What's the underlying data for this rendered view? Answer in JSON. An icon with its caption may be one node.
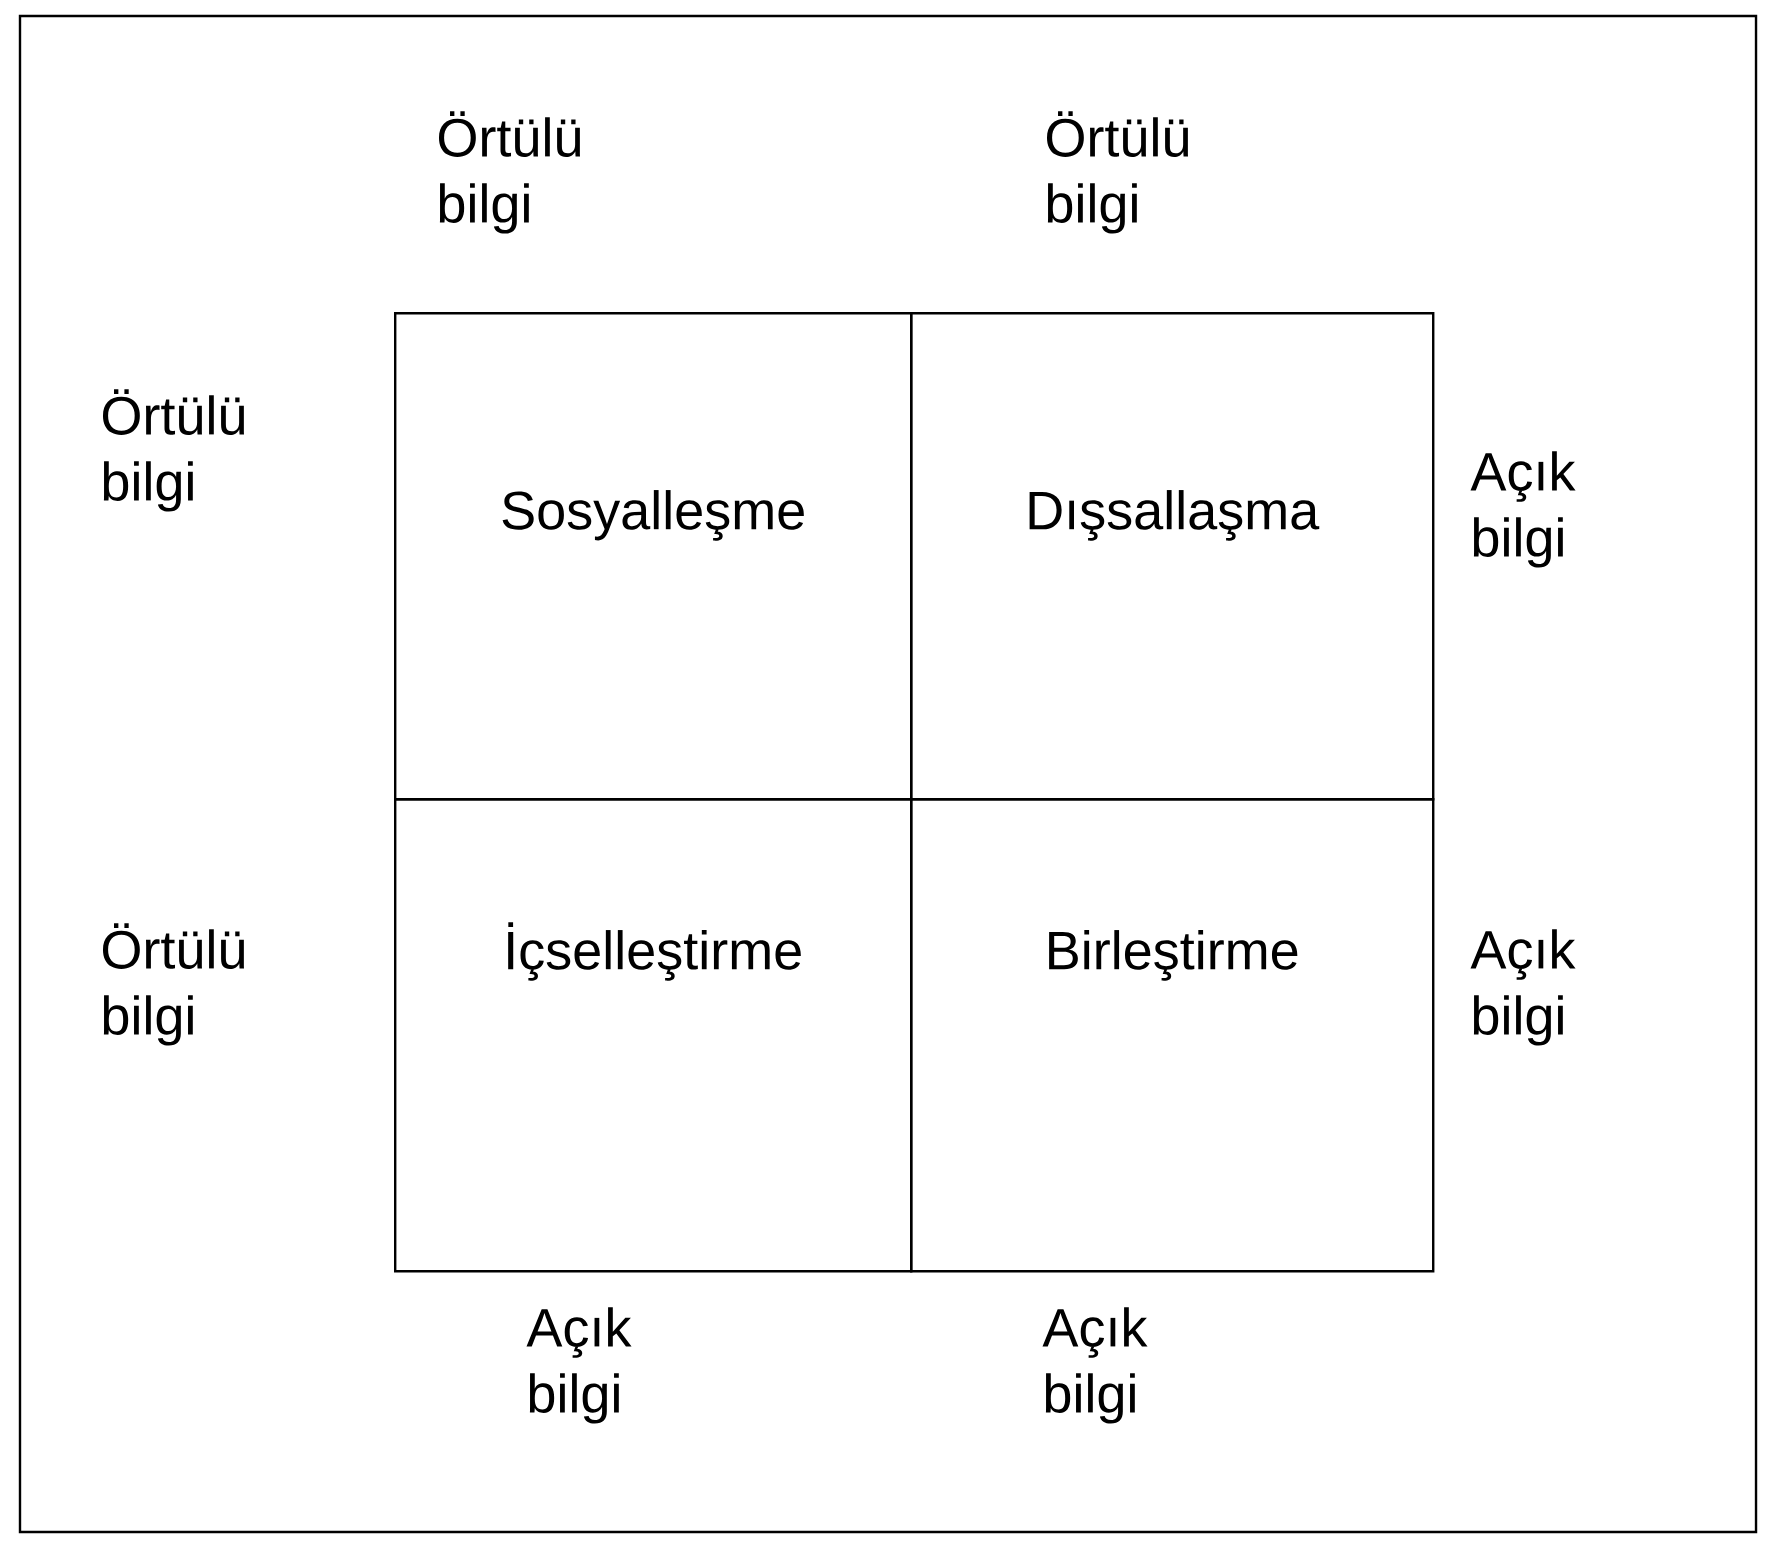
{
  "diagram": {
    "nodes": [
      {
        "text": [
          "Sosyalleşme"
        ]
      },
      {
        "text": [
          "Dışsallaşma"
        ]
      },
      {
        "text": [
          "İçselleştirme"
        ]
      },
      {
        "text": [
          "Birleştirme"
        ]
      }
    ],
    "labels": [
      "Örtülü bilgi",
      "Örtülü bilgi",
      "Örtülü bilgi",
      "Açık bilgi",
      "Örtülü bilgi",
      "Açık bilgi",
      "Açık bilgi",
      "Açık bilgi"
    ]
  }
}
